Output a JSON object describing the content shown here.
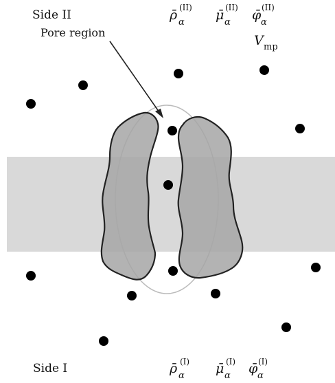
{
  "labels": {
    "side_top": "Side II",
    "side_bottom": "Side I",
    "pore_region": "Pore region"
  },
  "symbols": {
    "side_ii": [
      {
        "base": "ρ̄",
        "sub": "α",
        "sup": "(II)"
      },
      {
        "base": "μ̄",
        "sub": "α",
        "sup": "(II)"
      },
      {
        "base": "φ̄",
        "sub": "α",
        "sup": "(II)"
      }
    ],
    "side_i": [
      {
        "base": "ρ̄",
        "sub": "α",
        "sup": "(I)"
      },
      {
        "base": "μ̄",
        "sub": "α",
        "sup": "(I)"
      },
      {
        "base": "φ̄",
        "sub": "α",
        "sup": "(I)"
      }
    ],
    "membrane_potential": {
      "base": "V",
      "sub": "mp"
    }
  },
  "colors": {
    "membrane": "#d9d9d9",
    "protein_fill": "#a6a6a6",
    "protein_stroke": "#222222",
    "pore_ellipse": "#bbbbbb",
    "ion": "#000000",
    "text": "#111111"
  }
}
